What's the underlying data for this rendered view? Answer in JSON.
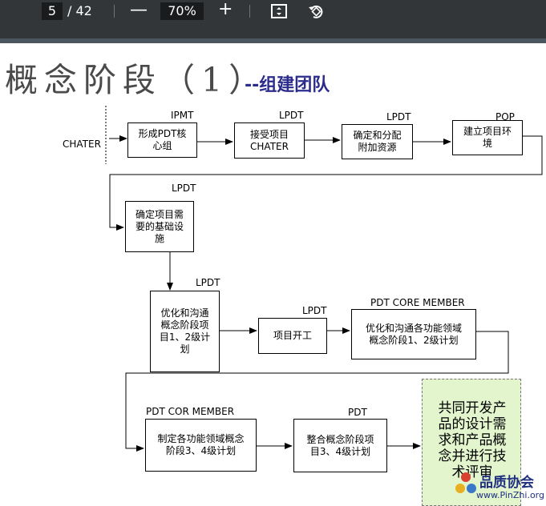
{
  "toolbar": {
    "current_page": "5",
    "total_pages": "/ 42",
    "zoom_out": "—",
    "zoom_level": "70%",
    "zoom_in": "+",
    "fit_icon": "fit-page-icon",
    "rotate_icon": "rotate-icon"
  },
  "slide": {
    "title": "概念阶段（1）",
    "subtitle": "--组建团队",
    "side_label": "CHATER",
    "nodes": [
      {
        "role": "IPMT",
        "text": "形成PDT核心组"
      },
      {
        "role": "LPDT",
        "text": "接受项目CHATER"
      },
      {
        "role": "LPDT",
        "text": "确定和分配附加资源"
      },
      {
        "role": "POP",
        "text": "建立项目环境"
      },
      {
        "role": "LPDT",
        "text": "确定项目需要的基础设施"
      },
      {
        "role": "LPDT",
        "text": "优化和沟通概念阶段项目1、2级计划"
      },
      {
        "role": "LPDT",
        "text": "项目开工"
      },
      {
        "role": "PDT CORE MEMBER",
        "text": "优化和沟通各功能领域概念阶段1、2级计划"
      },
      {
        "role": "PDT COR MEMBER",
        "text": "制定各功能领域概念阶段3、4级计划"
      },
      {
        "role": "PDT",
        "text": "整合概念阶段项目3、4级计划"
      },
      {
        "role": "",
        "text": "共同开发产品的设计需求和产品概念并进行技术评审"
      }
    ]
  },
  "watermark": {
    "text": "品质协会",
    "url": "www.PinZhi.org"
  },
  "colors": {
    "toolbar_bg": "#323639",
    "title": "#4a4a4a",
    "subtitle": "#2c2c8c",
    "highlight_box": "#e2f5cd"
  }
}
